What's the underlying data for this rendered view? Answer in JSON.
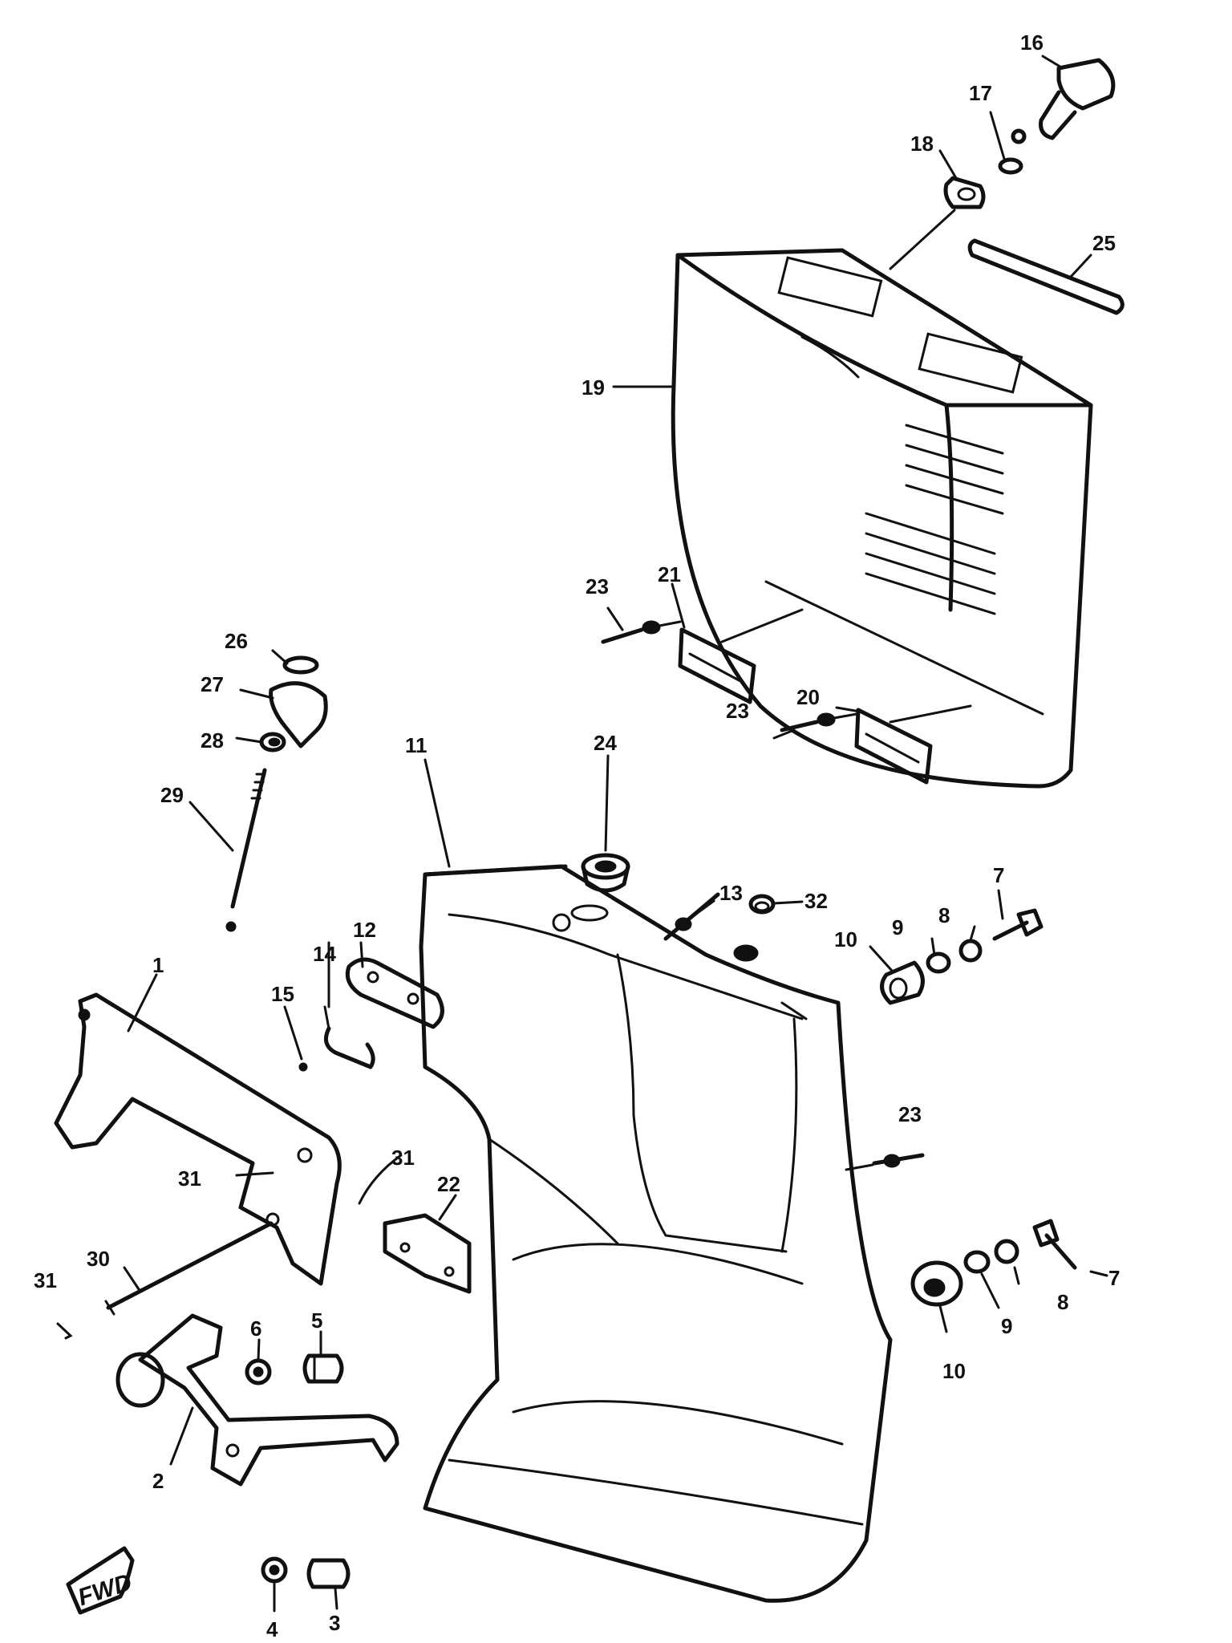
{
  "callouts": {
    "c1": "1",
    "c2": "2",
    "c3": "3",
    "c4": "4",
    "c5": "5",
    "c6": "6",
    "c7a": "7",
    "c7b": "7",
    "c8a": "8",
    "c8b": "8",
    "c9a": "9",
    "c9b": "9",
    "c10a": "10",
    "c10b": "10",
    "c11": "11",
    "c12": "12",
    "c13": "13",
    "c14": "14",
    "c15": "15",
    "c16": "16",
    "c17": "17",
    "c18": "18",
    "c19": "19",
    "c20": "20",
    "c21": "21",
    "c22": "22",
    "c23a": "23",
    "c23b": "23",
    "c23c": "23",
    "c24": "24",
    "c25": "25",
    "c26": "26",
    "c27": "27",
    "c28": "28",
    "c29": "29",
    "c30": "30",
    "c31a": "31",
    "c31b": "31",
    "c31c": "31",
    "c32": "32"
  },
  "direction_marker": "FWD"
}
